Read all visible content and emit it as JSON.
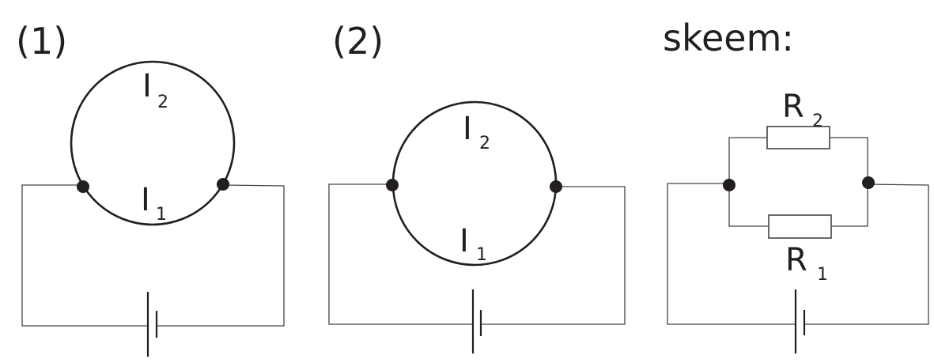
{
  "panels": [
    {
      "id": "1",
      "title": "(1)",
      "labels": {
        "top_current": {
          "main": "I",
          "sub": "2"
        },
        "bottom_current": {
          "main": "I",
          "sub": "1"
        }
      }
    },
    {
      "id": "2",
      "title": "(2)",
      "labels": {
        "top_current": {
          "main": "I",
          "sub": "2"
        },
        "bottom_current": {
          "main": "I",
          "sub": "1"
        }
      }
    },
    {
      "id": "scheme",
      "title": "skeem:",
      "labels": {
        "top_resistor": {
          "main": "R",
          "sub": "2"
        },
        "bottom_resistor": {
          "main": "R",
          "sub": "1"
        }
      }
    }
  ],
  "colors": {
    "ink": "#231f20",
    "wire": "#444444",
    "background": "#ffffff"
  }
}
